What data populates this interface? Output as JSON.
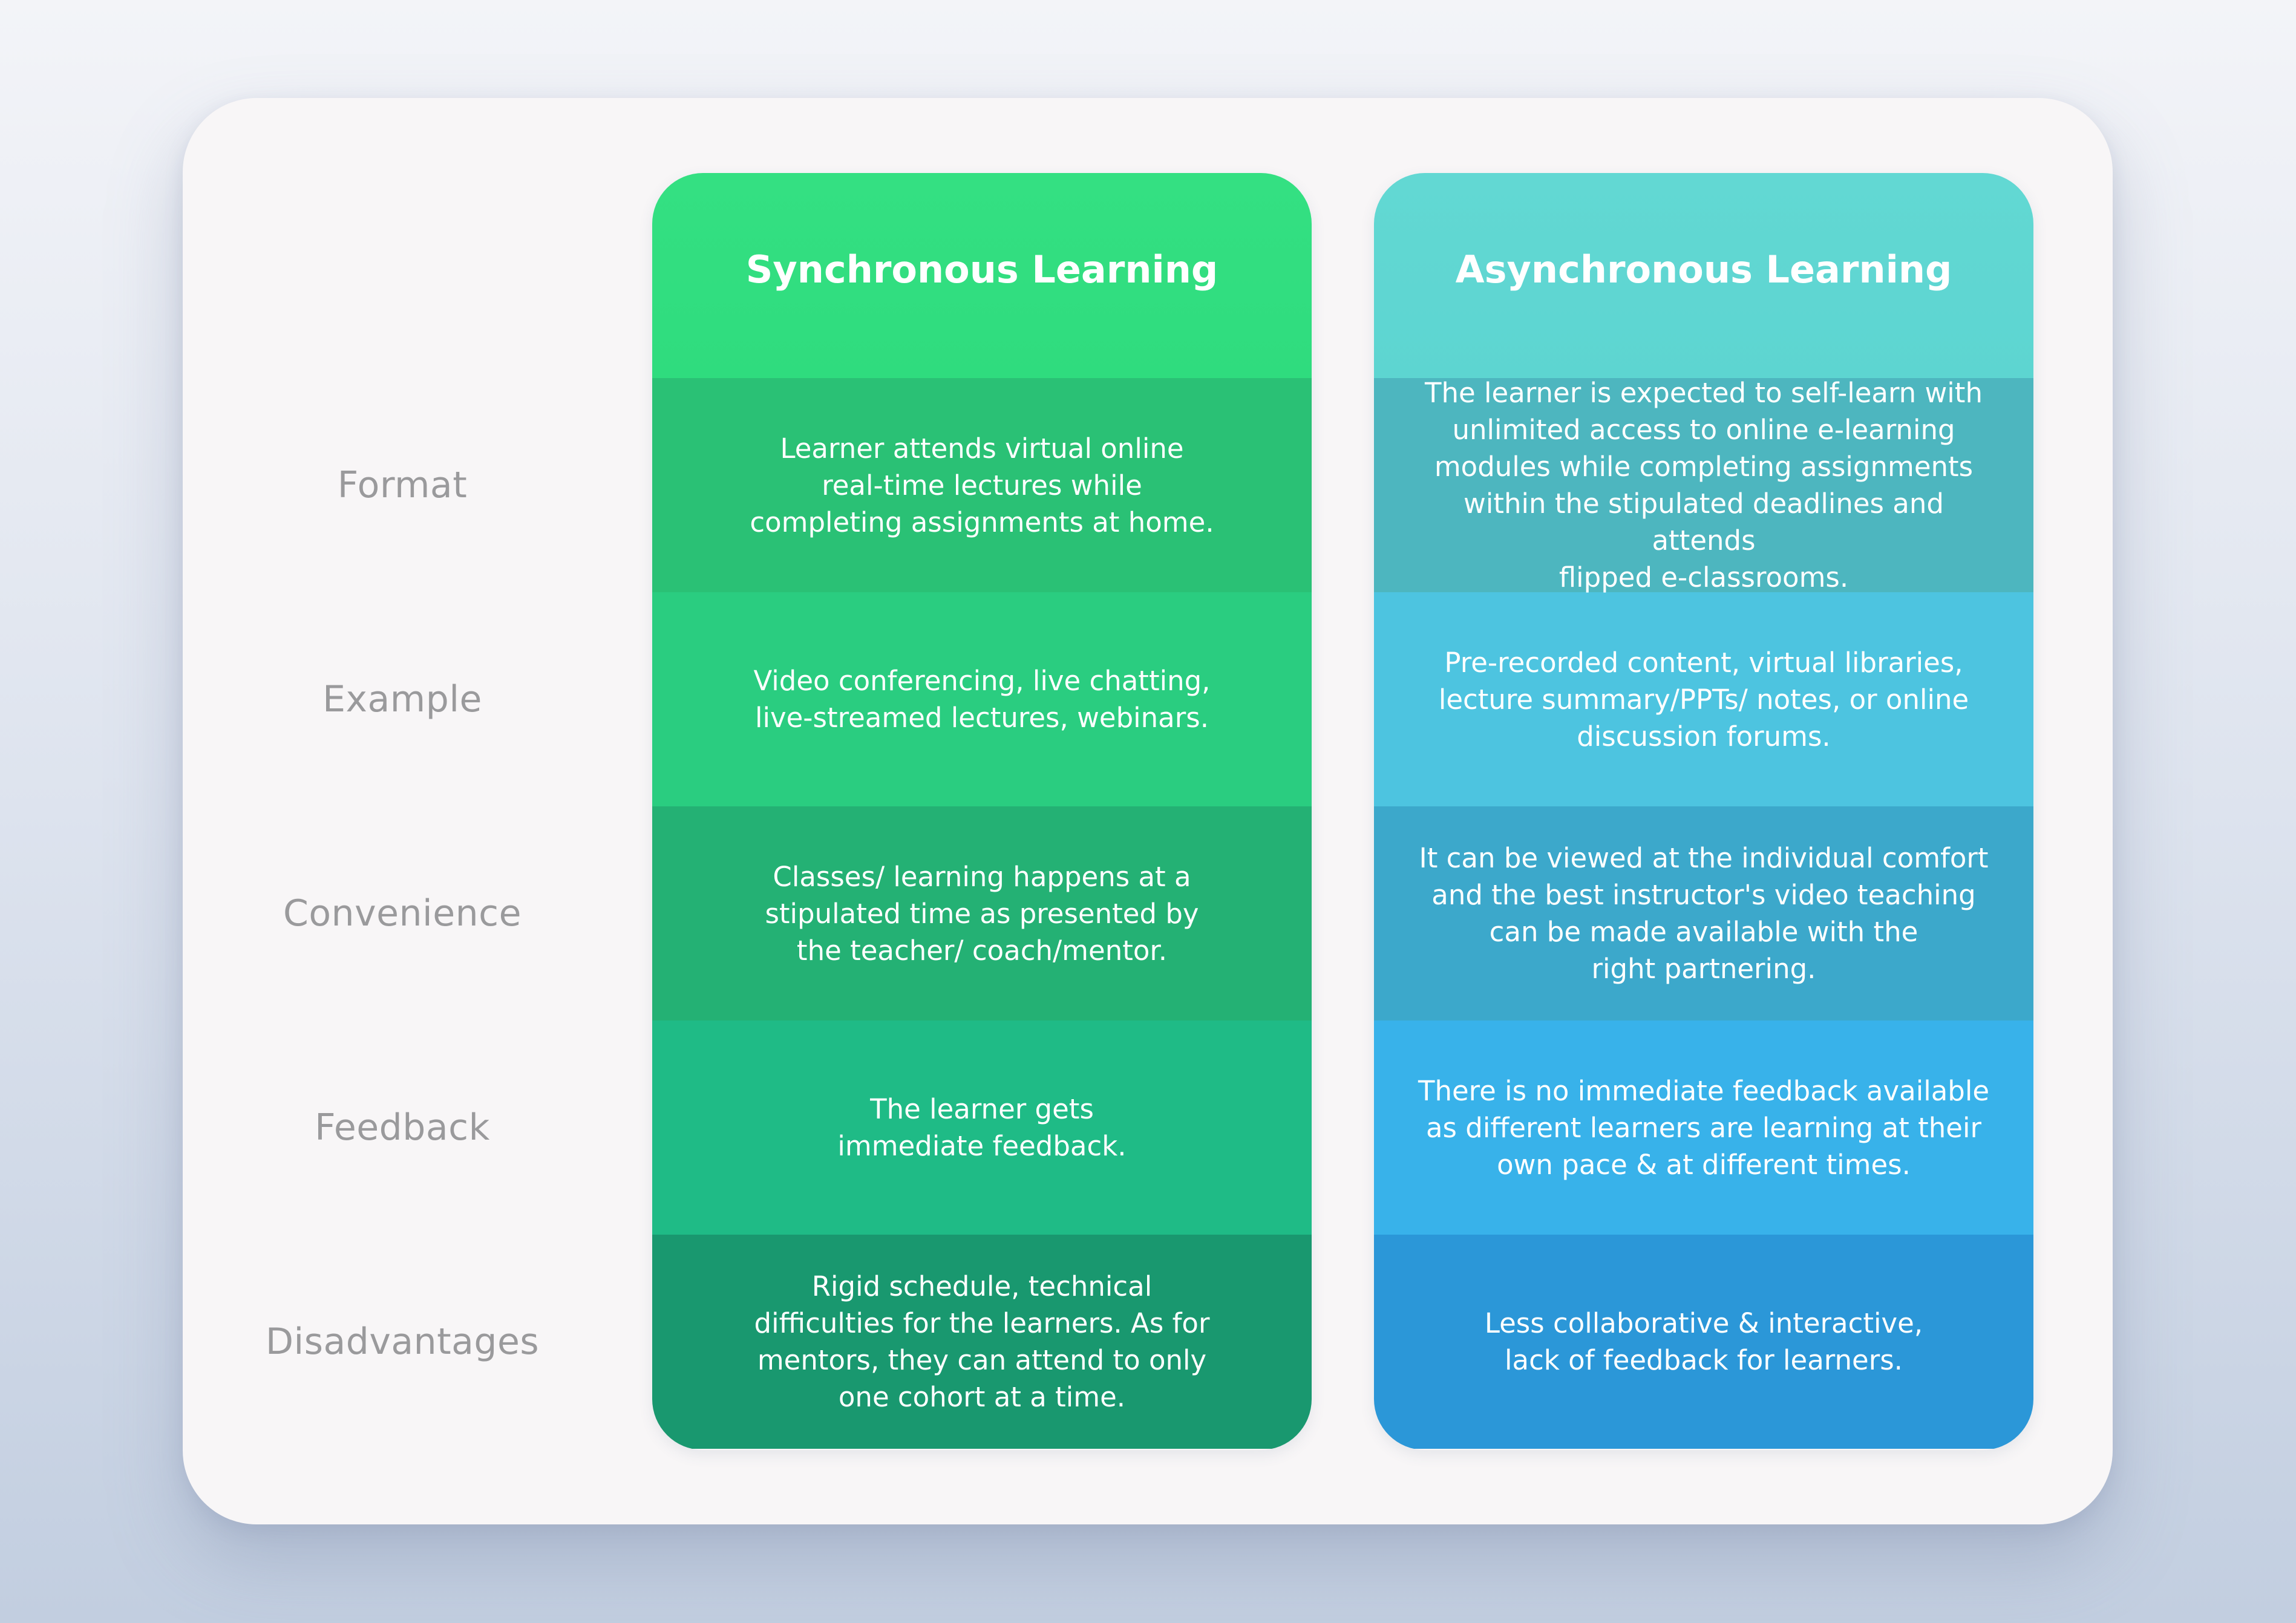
{
  "row_labels": [
    "Format",
    "Example",
    "Convenience",
    "Feedback",
    "Disadvantages"
  ],
  "synchronous": {
    "title": "Synchronous Learning",
    "color": "#2fdc7e",
    "cells": [
      "Learner attends virtual online\nreal-time lectures while\ncompleting assignments at home.",
      "Video conferencing, live chatting,\nlive-streamed lectures, webinars.",
      "Classes/ learning happens at a\nstipulated time as presented by\nthe teacher/ coach/mentor.",
      "The learner gets\nimmediate feedback.",
      "Rigid schedule, technical\ndifficulties for the learners. As for\nmentors, they can attend to only\none cohort at a time."
    ]
  },
  "asynchronous": {
    "title": "Asynchronous Learning",
    "color": "#5dd5d1",
    "cells": [
      "The learner is expected to self-learn with\nunlimited access to online e-learning\nmodules while completing assignments\nwithin the stipulated deadlines and attends\nflipped e-classrooms.",
      "Pre-recorded content, virtual libraries,\nlecture summary/PPTs/ notes, or online\ndiscussion forums.",
      "It can be viewed at the individual comfort\nand the best instructor's video teaching\ncan be made available with the\nright partnering.",
      "There is no immediate feedback available\nas different learners are learning at their\nown pace & at different times.",
      "Less collaborative & interactive,\nlack of feedback for learners."
    ]
  }
}
